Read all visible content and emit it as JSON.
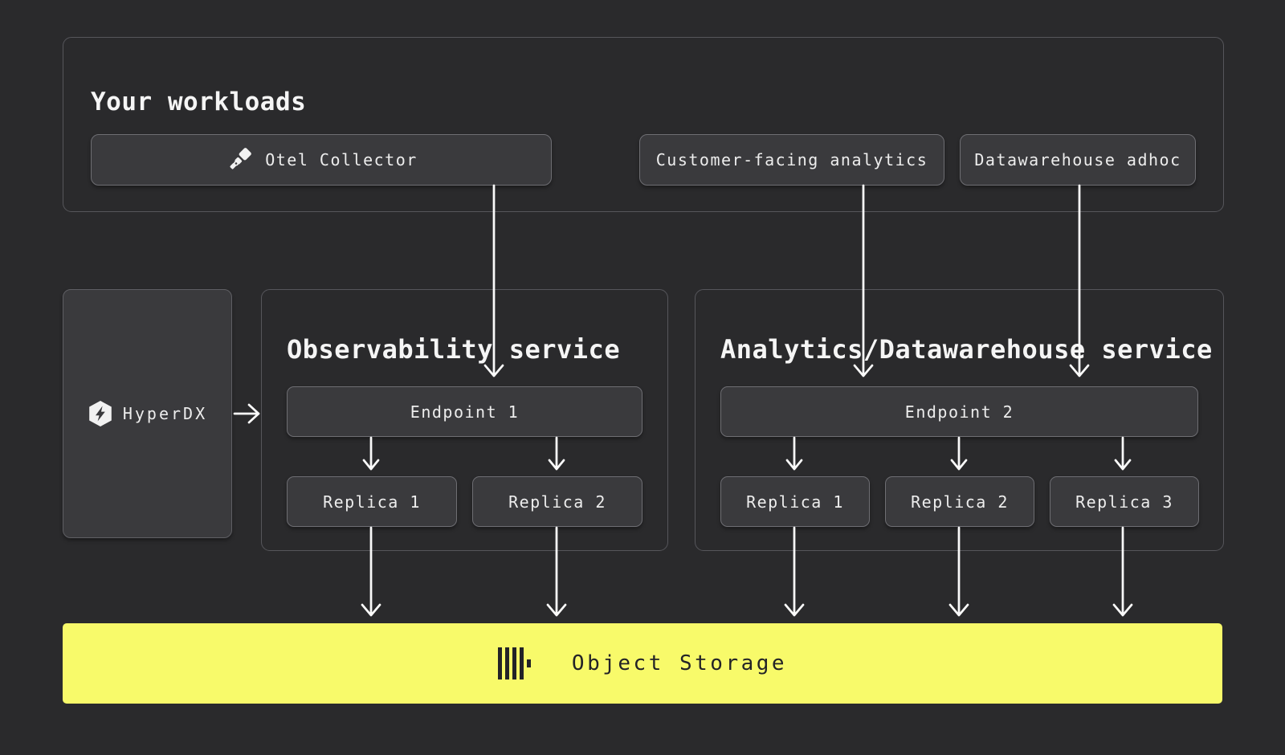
{
  "colors": {
    "background": "#2a2a2c",
    "node_fill": "#3a3a3d",
    "panel_border": "#56565b",
    "node_border": "#6e6e73",
    "arrow_white": "#fafafa",
    "text_light": "#ededed",
    "storage_yellow": "#f8fa6a",
    "storage_text_dark": "#232327"
  },
  "workloads": {
    "title": "Your workloads",
    "items": [
      {
        "label": "Otel Collector",
        "icon": "telescope-icon"
      },
      {
        "label": "Customer-facing analytics"
      },
      {
        "label": "Datawarehouse adhoc"
      }
    ]
  },
  "hyperdx": {
    "label": "HyperDX",
    "icon": "hexagon-lightning-icon"
  },
  "observability": {
    "title": "Observability service",
    "endpoint": "Endpoint 1",
    "replicas": [
      "Replica 1",
      "Replica 2"
    ]
  },
  "analytics": {
    "title": "Analytics/Datawarehouse service",
    "endpoint": "Endpoint 2",
    "replicas": [
      "Replica 1",
      "Replica 2",
      "Replica 3"
    ]
  },
  "storage": {
    "label": "Object Storage",
    "icon": "clickhouse-bars-icon"
  }
}
